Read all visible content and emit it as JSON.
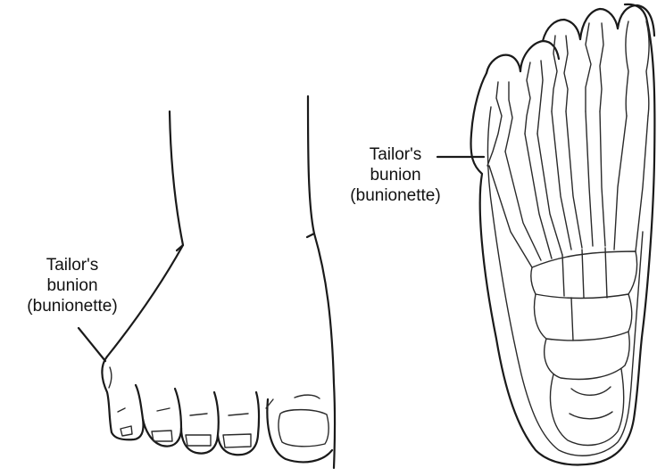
{
  "left_callout": {
    "line1": "Tailor's",
    "line2": "bunion",
    "line3": "(bunionette)"
  },
  "right_callout": {
    "line1": "Tailor's",
    "line2": "bunion",
    "line3": "(bunionette)"
  }
}
